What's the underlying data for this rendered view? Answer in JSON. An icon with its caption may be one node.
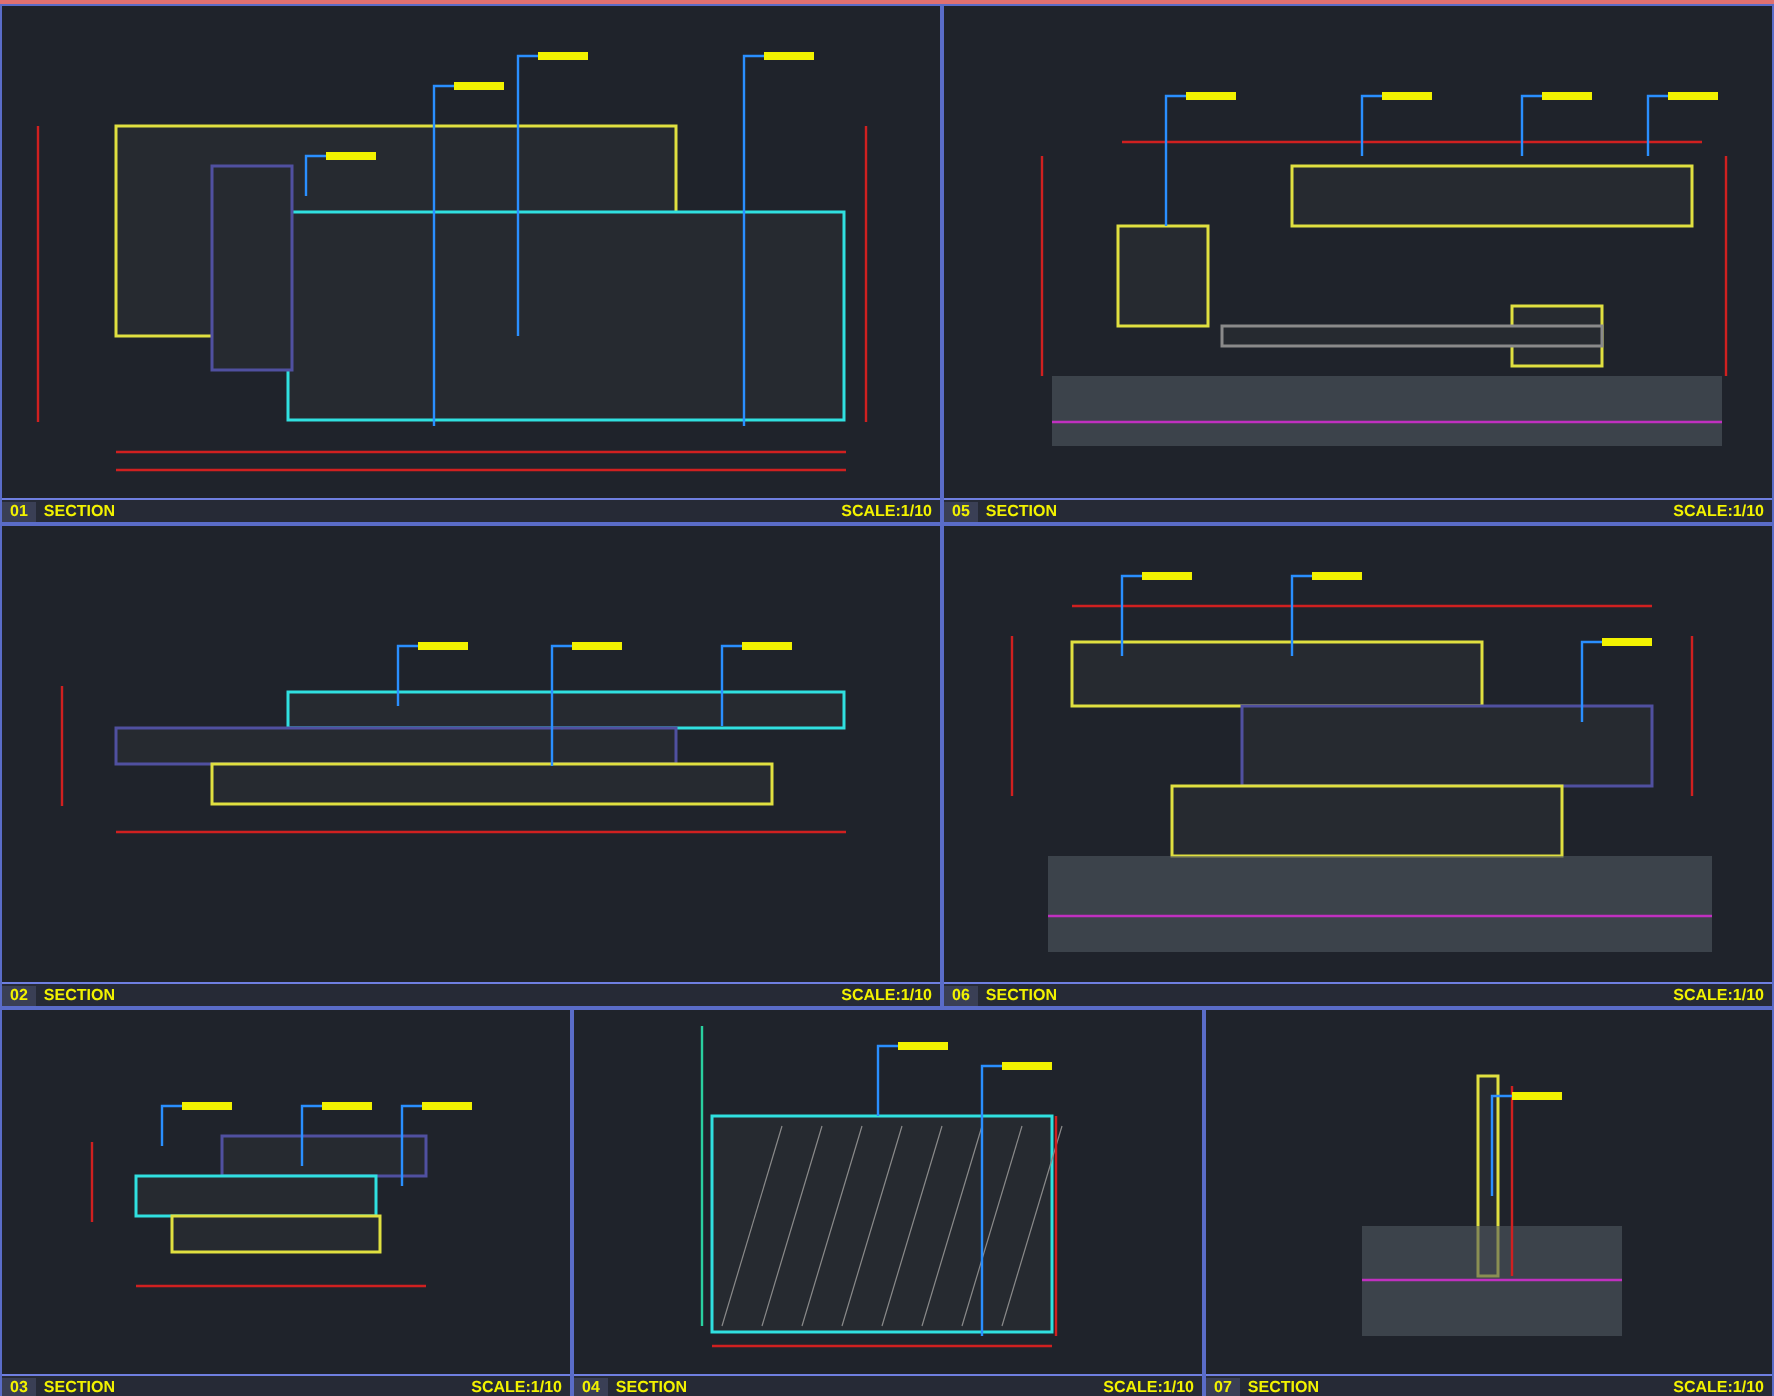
{
  "diagram": {
    "labels": [
      "01",
      "SECTION",
      "SCALE:1/10",
      "05",
      "SECTION",
      "SCALE:1/10",
      "02",
      "SECTION",
      "SCALE:1/10",
      "06",
      "SECTION",
      "SCALE:1/10",
      "03",
      "SECTION",
      "SCALE:1/10",
      "04",
      "SECTION",
      "SCALE:1/10",
      "07",
      "SECTION",
      "SCALE:1/10"
    ]
  }
}
